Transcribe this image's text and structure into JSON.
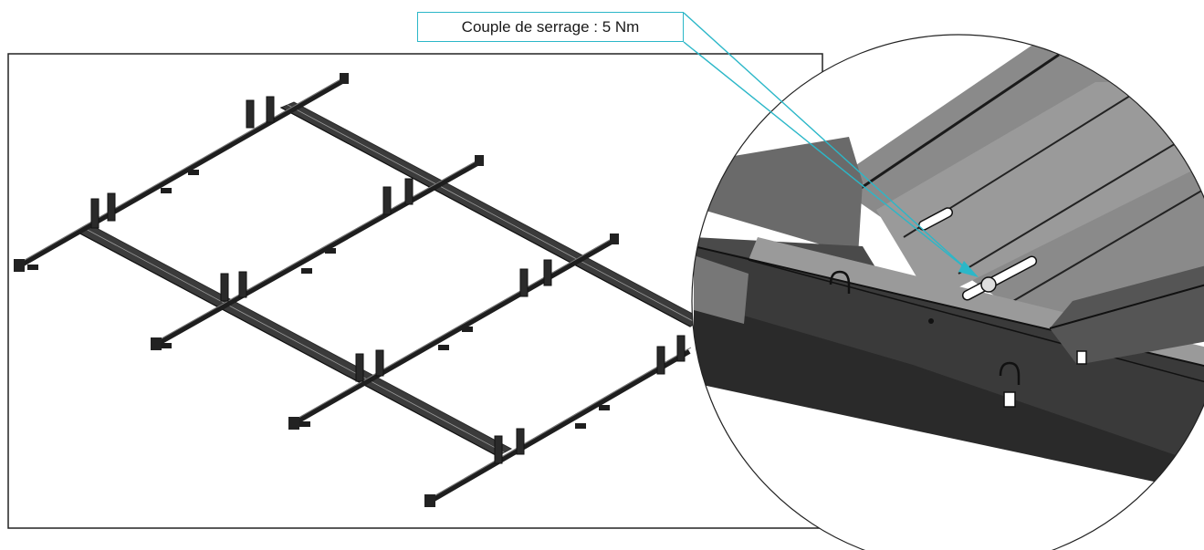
{
  "callout": {
    "label": "Couple de serrage : 5 Nm"
  },
  "colors": {
    "callout_line": "#2bb7c8",
    "frame_border": "#222222",
    "rail_dark": "#2a2a2a",
    "rail_light": "#5a5a5a",
    "profile_light": "#8a8a8a",
    "profile_mid": "#6a6a6a",
    "profile_dark": "#3a3a3a"
  },
  "icons": {
    "overview": "mounting-rail-frame-isometric",
    "detail": "clamp-bolt-zoom-detail"
  }
}
